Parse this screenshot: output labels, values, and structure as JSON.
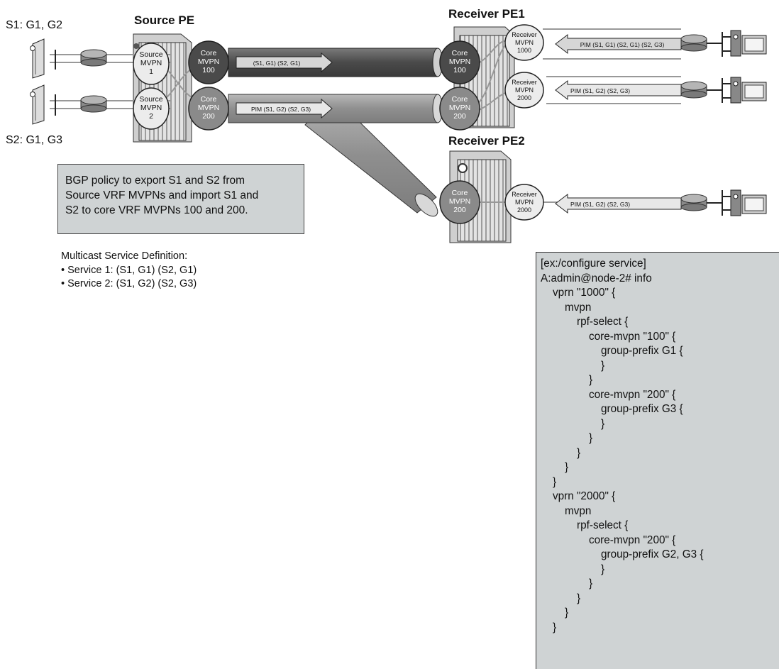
{
  "labels": {
    "source_pe": "Source PE",
    "receiver_pe1": "Receiver PE1",
    "receiver_pe2": "Receiver PE2",
    "s1": "S1: G1, G2",
    "s2": "S2: G1, G3"
  },
  "circles": {
    "source_mvpn_1": [
      "Source",
      "MVPN",
      "1"
    ],
    "source_mvpn_2": [
      "Source",
      "MVPN",
      "2"
    ],
    "core_mvpn_100": [
      "Core",
      "MVPN",
      "100"
    ],
    "core_mvpn_200": [
      "Core",
      "MVPN",
      "200"
    ],
    "receiver_mvpn_1000": [
      "Receiver",
      "MVPN",
      "1000"
    ],
    "receiver_mvpn_2000": [
      "Receiver",
      "MVPN",
      "2000"
    ]
  },
  "arrows": {
    "tunnel1": "(S1, G1) (S2, G1)",
    "tunnel2": "PIM (S1, G2) (S2, G3)",
    "pe1_top": "PIM (S1, G1) (S2, G1) (S2, G3)",
    "pe1_bottom": "PIM (S1, G2) (S2, G3)",
    "pe2": "PIM (S1, G2) (S2, G3)"
  },
  "bgp_policy": {
    "lines": [
      "BGP policy to export S1 and S2 from",
      "Source VRF MVPNs and import S1 and",
      "S2 to core VRF MVPNs 100 and 200."
    ]
  },
  "service_definition": {
    "title": "Multicast Service Definition:",
    "items": [
      "• Service 1: (S1, G1) (S2, G1)",
      "• Service 2: (S1, G2) (S2, G3)"
    ]
  },
  "config": {
    "lines": [
      "[ex:/configure service]",
      "A:admin@node-2# info",
      "    vprn \"1000\" {",
      "        mvpn",
      "            rpf-select {",
      "                core-mvpn \"100\" {",
      "                    group-prefix G1 {",
      "                    }",
      "                }",
      "                core-mvpn \"200\" {",
      "                    group-prefix G3 {",
      "                    }",
      "                }",
      "            }",
      "        }",
      "    }",
      "    vprn \"2000\" {",
      "        mvpn",
      "            rpf-select {",
      "                core-mvpn \"200\" {",
      "                    group-prefix G2, G3 {",
      "                    }",
      "                }",
      "            }",
      "        }",
      "    }"
    ]
  }
}
